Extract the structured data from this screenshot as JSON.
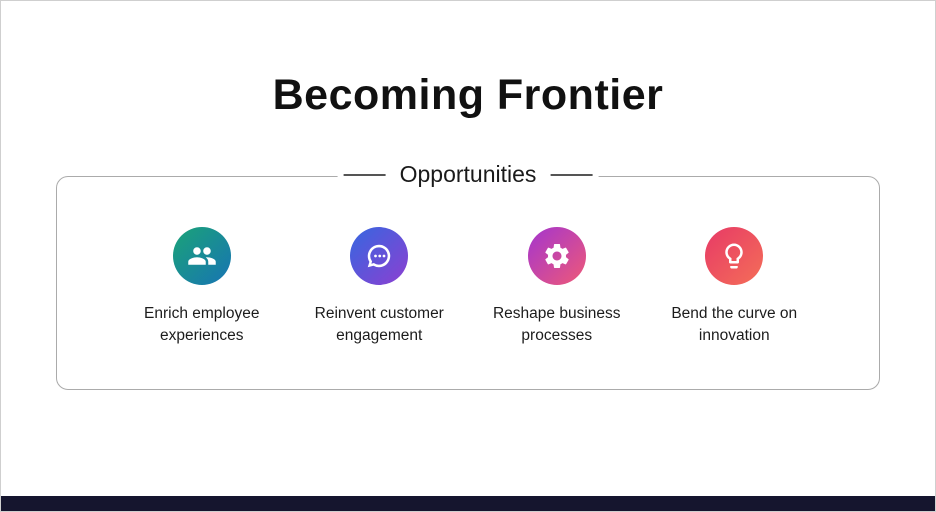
{
  "title": "Becoming Frontier",
  "panel": {
    "legend": "Opportunities",
    "items": [
      {
        "label": "Enrich employee experiences",
        "icon": "people-icon",
        "gradient_from": "#1aa377",
        "gradient_to": "#1874b4"
      },
      {
        "label": "Reinvent customer engagement",
        "icon": "chat-icon",
        "gradient_from": "#3567e0",
        "gradient_to": "#8d3fd1"
      },
      {
        "label": "Reshape business processes",
        "icon": "gear-icon",
        "gradient_from": "#a335cf",
        "gradient_to": "#ef5977"
      },
      {
        "label": "Bend the curve on innovation",
        "icon": "lightbulb-icon",
        "gradient_from": "#e73a66",
        "gradient_to": "#f46e58"
      }
    ]
  },
  "colors": {
    "footer_bar": "#15152e",
    "panel_border": "#ababab"
  }
}
